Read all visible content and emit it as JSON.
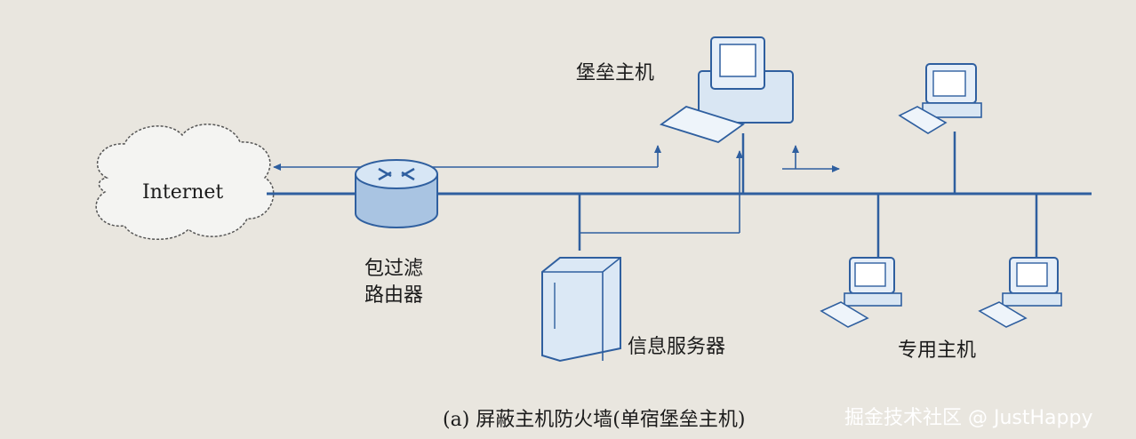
{
  "diagram": {
    "internet_label": "Internet",
    "bastion_label": "堡垒主机",
    "router_label_line1": "包过滤",
    "router_label_line2": "路由器",
    "info_server_label": "信息服务器",
    "dedicated_label": "专用主机",
    "caption": "(a) 屏蔽主机防火墙(单宿堡垒主机)"
  },
  "watermark": {
    "text": "掘金技术社区 @ JustHappy"
  },
  "colors": {
    "line": "#2f5f9f",
    "router_fill": "#bcd3ea",
    "device_fill": "#dbe8f5",
    "cloud_fill": "#f4f4f2",
    "background": "#e9e6df"
  }
}
